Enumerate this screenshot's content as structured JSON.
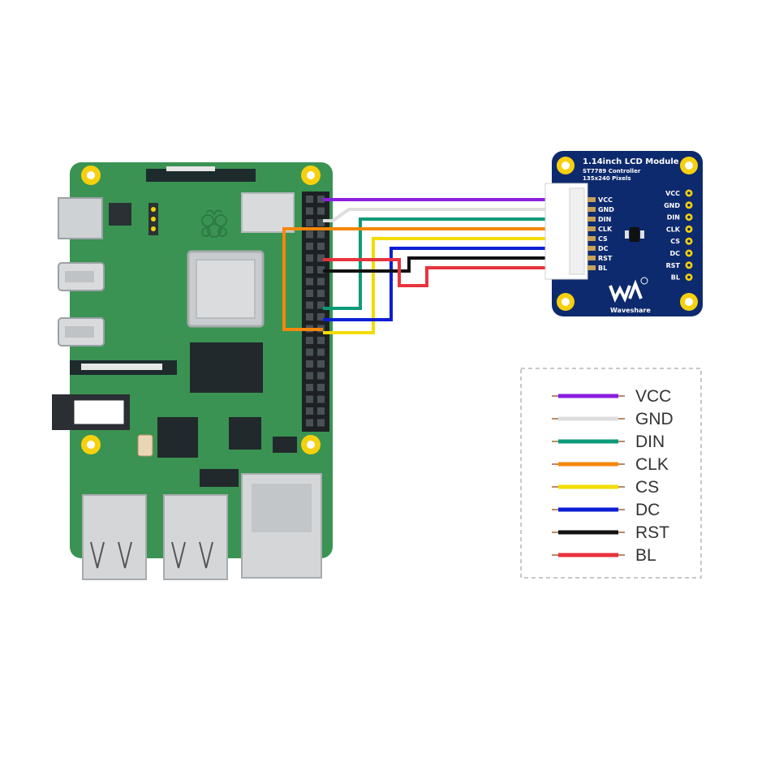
{
  "lcd_module": {
    "title": "1.14inch LCD Module",
    "controller": "ST7789 Controller",
    "resolution": "135x240 Pixels",
    "brand": "Waveshare",
    "connector_pins": [
      "VCC",
      "GND",
      "DIN",
      "CLK",
      "CS",
      "DC",
      "RST",
      "BL"
    ],
    "header_pins": [
      "VCC",
      "GND",
      "DIN",
      "CLK",
      "CS",
      "DC",
      "RST",
      "BL"
    ]
  },
  "legend": [
    {
      "label": "VCC",
      "color": "#8a1ee0"
    },
    {
      "label": "GND",
      "color": "#dedede"
    },
    {
      "label": "DIN",
      "color": "#0c9a78"
    },
    {
      "label": "CLK",
      "color": "#f5870b"
    },
    {
      "label": "CS",
      "color": "#f2dc00"
    },
    {
      "label": "DC",
      "color": "#0b1ed6"
    },
    {
      "label": "RST",
      "color": "#111111"
    },
    {
      "label": "BL",
      "color": "#e8333e"
    }
  ],
  "colors": {
    "pcb": "#3a9352",
    "pcb_dark": "#2f7f46",
    "lcd_board": "#0e2a6e",
    "mount_hole": "#f6d00e"
  }
}
